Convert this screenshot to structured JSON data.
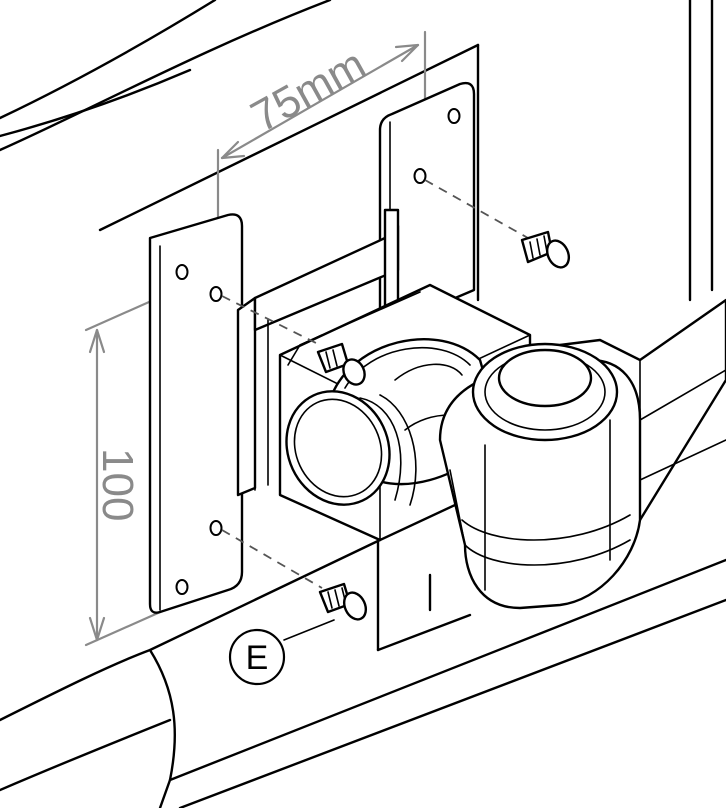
{
  "dimensions": {
    "width_label": "75mm",
    "height_label": "100"
  },
  "callout": {
    "label": "E"
  }
}
